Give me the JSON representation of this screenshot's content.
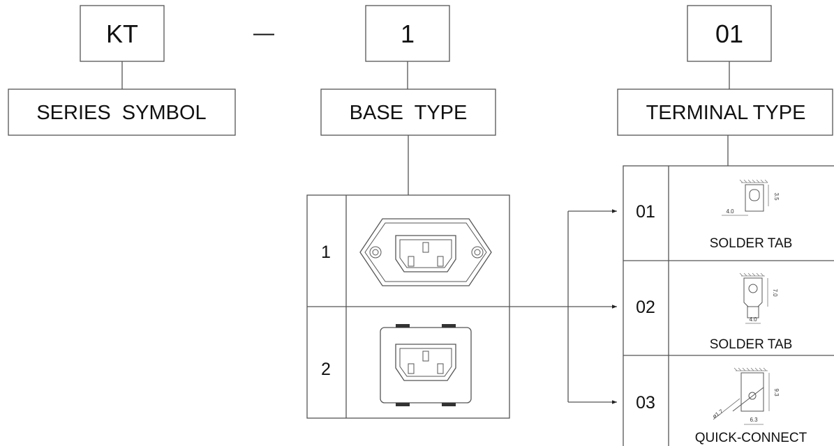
{
  "code": {
    "series": "KT",
    "dash": "—",
    "base": "1",
    "terminal": "01"
  },
  "labels": {
    "series": "SERIES  SYMBOL",
    "base": "BASE  TYPE",
    "terminal": "TERMINAL TYPE"
  },
  "base_types": [
    {
      "number": "1",
      "icon": "inlet-flange-icon"
    },
    {
      "number": "2",
      "icon": "inlet-snap-in-icon"
    }
  ],
  "terminal_types": [
    {
      "number": "01",
      "caption": "SOLDER TAB",
      "dims": [
        "4.0",
        "3.5"
      ]
    },
    {
      "number": "02",
      "caption": "SOLDER TAB",
      "dims": [
        "4.0",
        "7.0"
      ]
    },
    {
      "number": "03",
      "caption": "QUICK-CONNECT",
      "dims": [
        "ø1.7",
        "9.3",
        "6.3"
      ]
    }
  ]
}
